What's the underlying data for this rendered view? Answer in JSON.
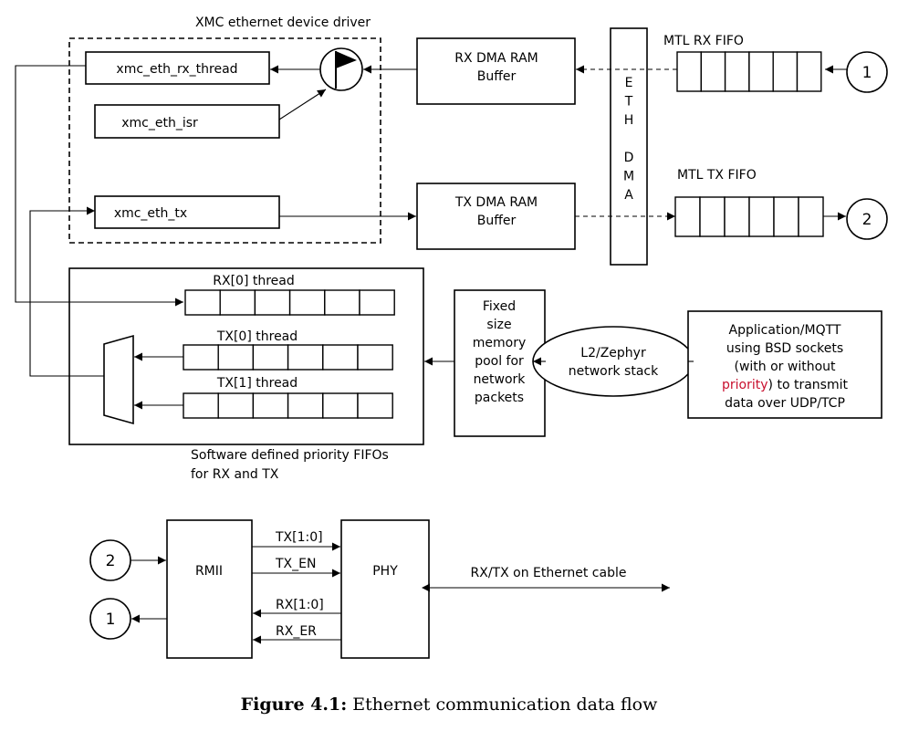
{
  "diagram": {
    "driver_group_label": "XMC ethernet device driver",
    "rx_thread_box": "xmc_eth_rx_thread",
    "isr_box": "xmc_eth_isr",
    "tx_box": "xmc_eth_tx",
    "rx_dma_buffer": [
      "RX DMA RAM",
      "Buffer"
    ],
    "tx_dma_buffer": [
      "TX DMA RAM",
      "Buffer"
    ],
    "eth_dma_letters": [
      "E",
      "T",
      "H",
      "",
      "D",
      "M",
      "A"
    ],
    "mtl_rx_fifo_label": "MTL RX FIFO",
    "mtl_tx_fifo_label": "MTL TX FIFO",
    "connector_1": "1",
    "connector_2": "2",
    "rx0_thread_label": "RX[0] thread",
    "tx0_thread_label": "TX[0] thread",
    "tx1_thread_label": "TX[1] thread",
    "priority_fifos_caption": [
      "Software defined priority FIFOs",
      "for RX and TX"
    ],
    "memory_pool": [
      "Fixed",
      "size",
      "memory",
      "pool for",
      "network",
      "packets"
    ],
    "network_stack": [
      "L2/Zephyr",
      "network stack"
    ],
    "application": {
      "line1": "Application/MQTT",
      "line2": "using BSD sockets",
      "line3": "(with or without",
      "line4_highlight": "priority",
      "line4_rest": ") to transmit",
      "line5": "data over UDP/TCP",
      "highlight_color": "#c8102e"
    },
    "rmii": "RMII",
    "phy": "PHY",
    "tx_bus": "TX[1:0]",
    "tx_en": "TX_EN",
    "rx_bus": "RX[1:0]",
    "rx_er": "RX_ER",
    "cable": "RX/TX on Ethernet cable",
    "flag_icon": "flag-icon"
  },
  "caption": {
    "bold": "Figure 4.1:",
    "text": "Ethernet communication data flow"
  }
}
